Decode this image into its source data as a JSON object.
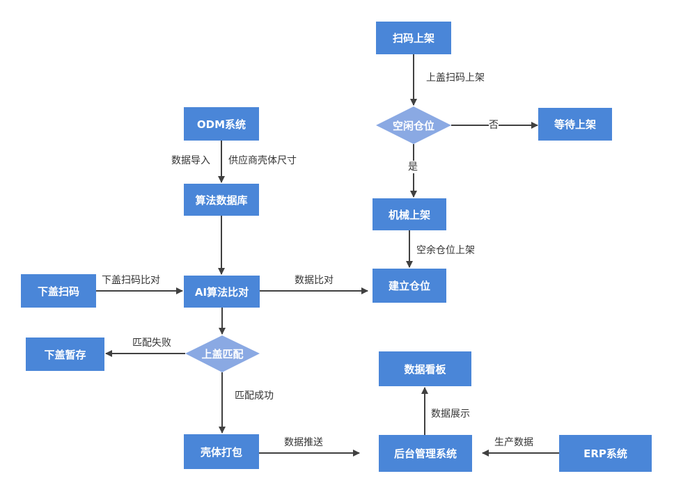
{
  "colors": {
    "node_fill": "#4a86d8",
    "decision_fill": "#8aa9e3",
    "node_text": "#ffffff",
    "edge": "#404040",
    "edge_label": "#333333"
  },
  "nodes": {
    "scan_shelf": "扫码上架",
    "idle_slot": "空闲仓位",
    "wait_shelf": "等待上架",
    "mech_shelf": "机械上架",
    "build_slot": "建立仓位",
    "odm": "ODM系统",
    "algo_db": "算法数据库",
    "ai_compare": "AI算法比对",
    "lower_scan": "下盖扫码",
    "lower_temp": "下盖暂存",
    "upper_match": "上盖匹配",
    "shell_pack": "壳体打包",
    "backend": "后台管理系统",
    "dashboard": "数据看板",
    "erp": "ERP系统"
  },
  "edges": {
    "upper_scan_shelf": "上盖扫码上架",
    "no": "否",
    "yes": "是",
    "spare_slot_shelf": "空余仓位上架",
    "data_import": "数据导入",
    "supplier_shell_size": "供应商壳体尺寸",
    "lower_scan_compare": "下盖扫码比对",
    "data_compare": "数据比对",
    "match_fail": "匹配失败",
    "match_success": "匹配成功",
    "data_push": "数据推送",
    "data_display": "数据展示",
    "production_data": "生产数据"
  }
}
